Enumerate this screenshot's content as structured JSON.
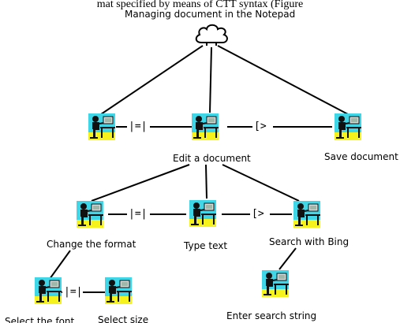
{
  "caption": "mat specified by means of CTT syntax (Figure",
  "title": "Managing document in the Notepad",
  "operators": {
    "interleaving": "|=|",
    "enabling": "[>"
  },
  "nodes": {
    "root": "Managing document in the Notepad",
    "edit": "Edit a document",
    "save": "Save document",
    "change_format": "Change the format",
    "type_text": "Type text",
    "search_bing": "Search with Bing",
    "select_font": "Select the font",
    "select_size": "Select size",
    "enter_search": "Enter search string"
  },
  "colors": {
    "sky": "#3fd6e8",
    "ground": "#f6f21e",
    "line": "#000000"
  },
  "icons": {
    "root": "cloud-icon",
    "tasks": "user-at-desk-icon"
  }
}
